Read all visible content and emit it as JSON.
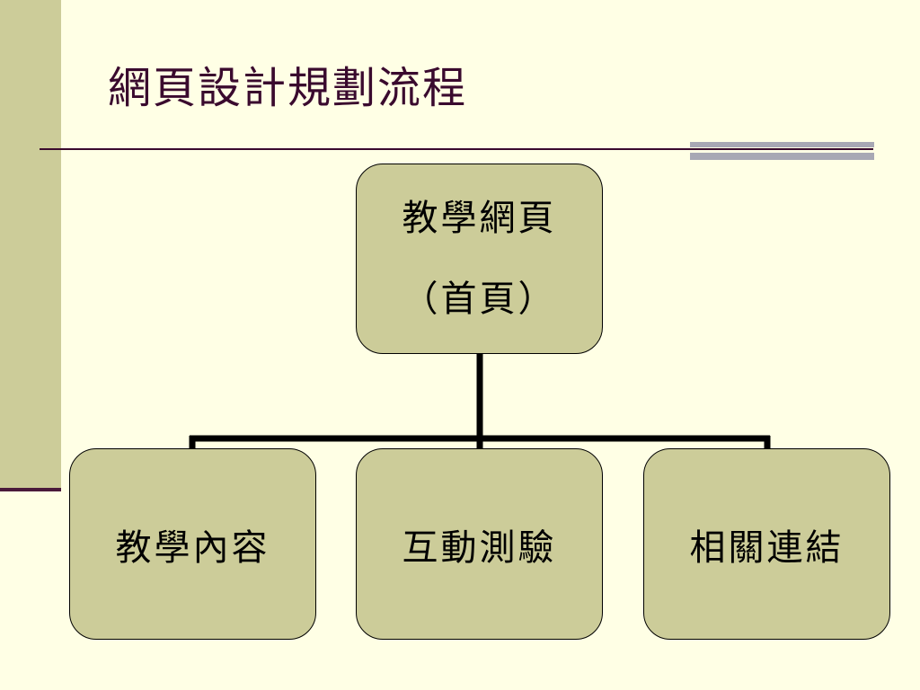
{
  "slide": {
    "title": "網頁設計規劃流程"
  },
  "diagram": {
    "root": {
      "line1": "教學網頁",
      "line2": "（首頁）"
    },
    "children": [
      {
        "label": "教學內容"
      },
      {
        "label": "互動測驗"
      },
      {
        "label": "相關連結"
      }
    ]
  },
  "colors": {
    "background": "#ffffe5",
    "band": "#cccc99",
    "node_fill": "#cccc99",
    "title_text": "#3a0a2e",
    "rule_accent": "#a8a8b4"
  }
}
